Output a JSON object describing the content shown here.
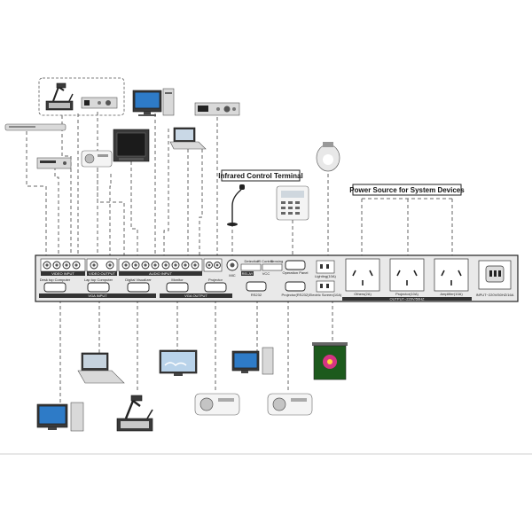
{
  "titles": {
    "infrared": "Infrared Control Terminal",
    "power": "Power Source for System Devices"
  },
  "panel": {
    "labels": {
      "video_input": "VIDEO INPUT",
      "video_output": "VIDEO OUTPUT",
      "audio_input": "AUDIO INPUT",
      "vga_input": "VGA INPUT",
      "vga_output": "VGA OUTPUT",
      "mic": "MIC",
      "projector": "Projector",
      "monitor": "Monitor",
      "desktop_computer": "Desk top Computer",
      "laptop_computer": "Lap top Computer",
      "digital_visualizer": "Digital Visualizer",
      "detection": "Detection",
      "ir_control": "IR Control",
      "sensing": "Sensing",
      "rs232": "RS232",
      "operation_panel": "Operation Panel",
      "projector_rs232": "Projector(RS232)",
      "lighting": "Lighting(10A)",
      "electric_screen": "Electric Screen(10A)",
      "others": "Others(2A)",
      "projector_10a": "Projector(10A)",
      "amplifier": "Amplifier(10A)",
      "output_power": "OUTPUT~220V/50HZ",
      "input_power": "INPUT~220V/50HZ/16A",
      "vcc": "VCC",
      "relay": "RELAY"
    }
  }
}
